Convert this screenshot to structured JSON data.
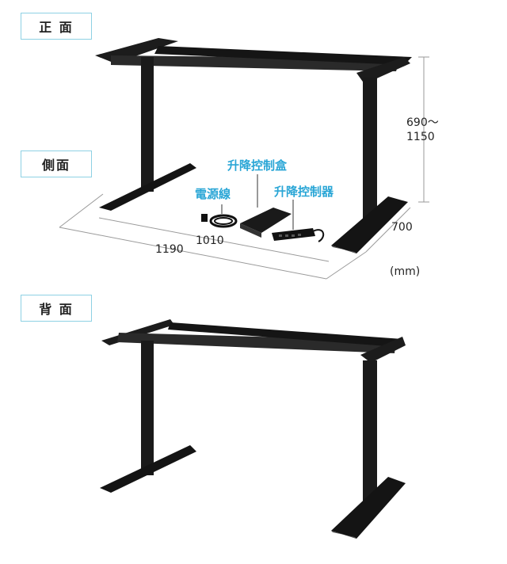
{
  "tags": {
    "front": "正 面",
    "side": "側面",
    "back": "背 面"
  },
  "dimensions": {
    "height_range": "690～\n1150",
    "depth": "700",
    "inner_width": "1010",
    "outer_width": "1190",
    "unit": "(mm)"
  },
  "parts": {
    "power_cord": "電源線",
    "control_box": "升降控制盒",
    "controller": "升降控制器"
  },
  "colors": {
    "accent": "#2aa6d6",
    "frame": "#1a1a1a",
    "tag_border": "#8ed1e4"
  }
}
